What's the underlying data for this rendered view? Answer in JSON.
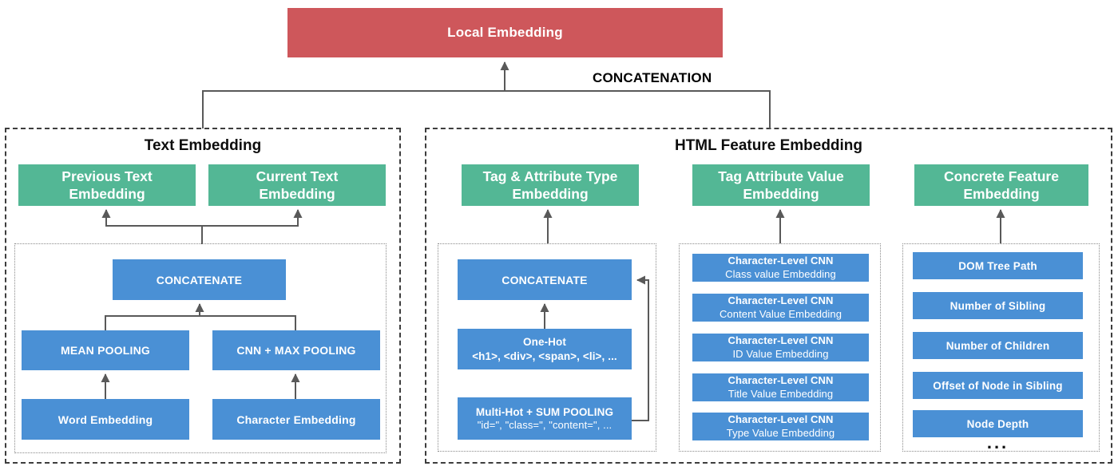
{
  "colors": {
    "red_box": "#ce575b",
    "green_box": "#53b795",
    "blue_box": "#4a90d5",
    "arrow": "#595959",
    "outer_border": "#3d3d3d",
    "inner_border": "#8a8a8a",
    "background": "#ffffff"
  },
  "top": {
    "local_embedding": "Local Embedding",
    "concatenation": "CONCATENATION"
  },
  "text_embedding": {
    "title": "Text Embedding",
    "previous": "Previous Text\nEmbedding",
    "current": "Current Text\nEmbedding",
    "concatenate": "CONCATENATE",
    "mean_pooling": "MEAN POOLING",
    "cnn_max_pooling": "CNN + MAX POOLING",
    "word_embedding": "Word Embedding",
    "character_embedding": "Character Embedding"
  },
  "html_embedding": {
    "title": "HTML Feature Embedding",
    "tag_type": {
      "header": "Tag & Attribute Type\nEmbedding",
      "concatenate": "CONCATENATE",
      "one_hot": {
        "line1": "One-Hot",
        "line2": "<h1>, <div>, <span>, <li>, ..."
      },
      "multi_hot": {
        "line1": "Multi-Hot + SUM POOLING",
        "line2": "\"id=\", \"class=\", \"content=\",  ..."
      }
    },
    "tag_value": {
      "header": "Tag Attribute Value\nEmbedding",
      "boxes": [
        {
          "line1": "Character-Level CNN",
          "line2": "Class value Embedding"
        },
        {
          "line1": "Character-Level CNN",
          "line2": "Content Value Embedding"
        },
        {
          "line1": "Character-Level CNN",
          "line2": "ID Value Embedding"
        },
        {
          "line1": "Character-Level CNN",
          "line2": "Title Value Embedding"
        },
        {
          "line1": "Character-Level CNN",
          "line2": "Type Value Embedding"
        }
      ]
    },
    "concrete": {
      "header": "Concrete Feature\nEmbedding",
      "boxes": [
        "DOM Tree Path",
        "Number of Sibling",
        "Number of Children",
        "Offset of Node in Sibling",
        "Node Depth"
      ],
      "more": "..."
    }
  }
}
